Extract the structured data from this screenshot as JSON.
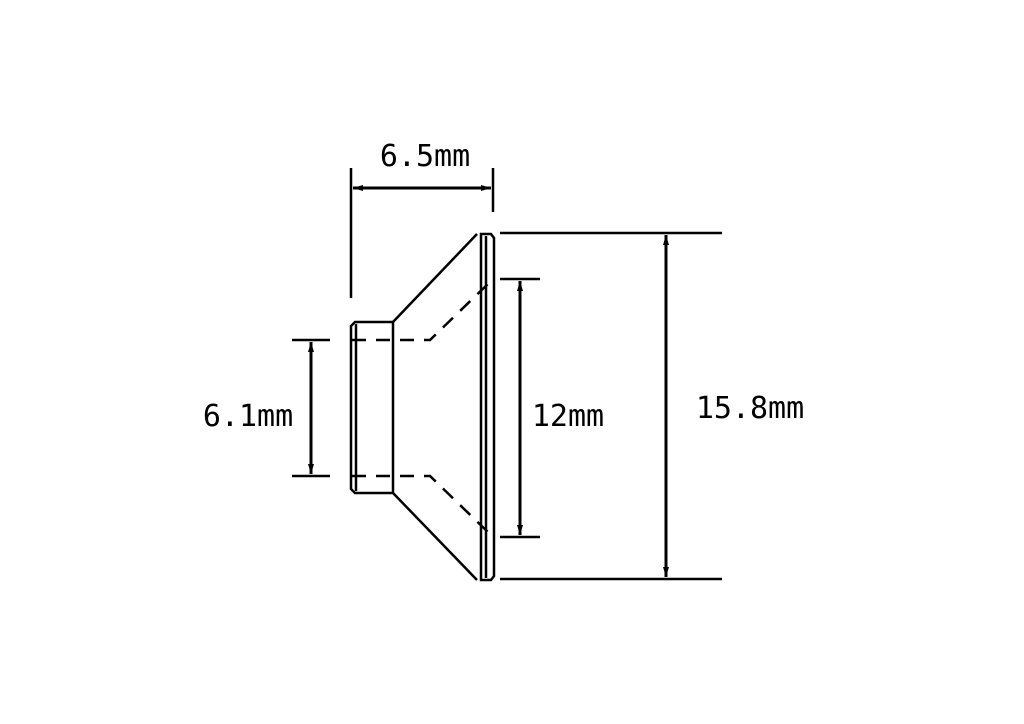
{
  "dimensions": {
    "length": "6.5mm",
    "inner_diameter": "6.1mm",
    "bore_diameter": "12mm",
    "outer_diameter": "15.8mm"
  },
  "colors": {
    "line": "#000000",
    "background": "#ffffff"
  }
}
